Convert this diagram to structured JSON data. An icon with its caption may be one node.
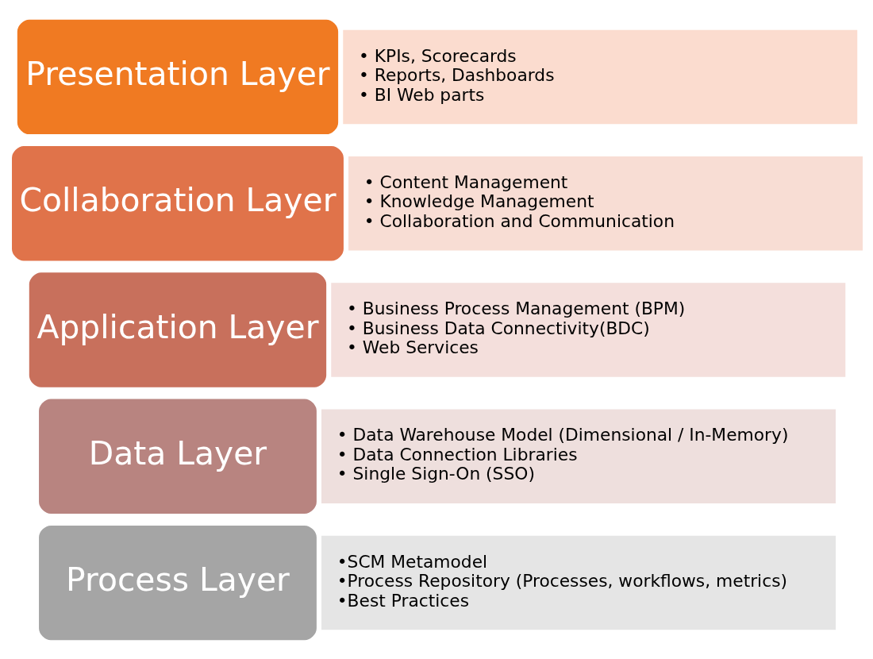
{
  "diagram": {
    "nodes": [
      {
        "text": [
          "Presentation Layer"
        ]
      },
      {
        "text": [
          "• KPIs, Scorecards",
          "• Reports, Dashboards",
          "• BI Web parts"
        ]
      },
      {
        "text": [
          "Collaboration Layer"
        ]
      },
      {
        "text": [
          "• Content Management",
          "• Knowledge Management",
          "• Collaboration and Communication"
        ]
      },
      {
        "text": [
          "Application Layer"
        ]
      },
      {
        "text": [
          "• Business Process Management (BPM)",
          "• Business Data Connectivity(BDC)",
          "• Web Services"
        ]
      },
      {
        "text": [
          "Data Layer"
        ]
      },
      {
        "text": [
          "• Data Warehouse Model (Dimensional / In-Memory)",
          "• Data Connection Libraries",
          "• Single Sign-On (SSO)"
        ]
      },
      {
        "text": [
          "Process Layer"
        ]
      },
      {
        "text": [
          "•SCM Metamodel",
          "•Process Repository (Processes, workflows, metrics)",
          "•Best Practices"
        ]
      }
    ],
    "edges": []
  }
}
